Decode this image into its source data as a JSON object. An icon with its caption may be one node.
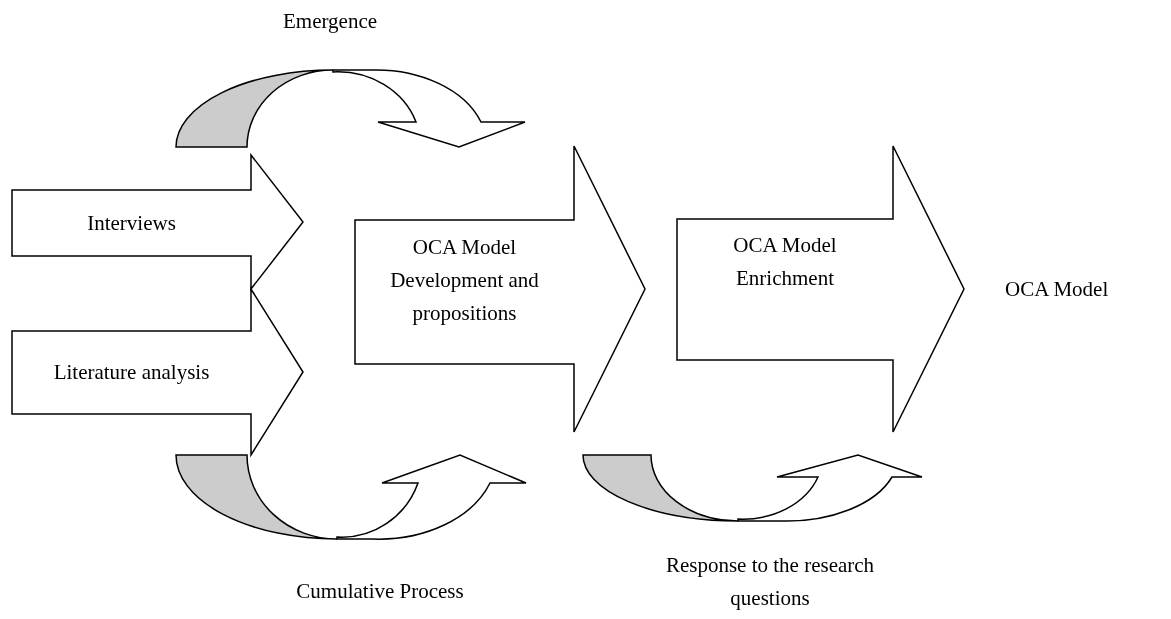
{
  "diagram": {
    "nodes": [
      {
        "text": [
          "Interviews"
        ]
      },
      {
        "text": [
          "Literature analysis"
        ]
      },
      {
        "text": [
          "OCA Model Development and propositions"
        ]
      },
      {
        "text": [
          "OCA Model Enrichment"
        ]
      },
      {
        "text": [
          "OCA Model"
        ]
      }
    ],
    "labels": [
      "Emergence",
      "Cumulative Process",
      "Response to the research questions"
    ]
  }
}
